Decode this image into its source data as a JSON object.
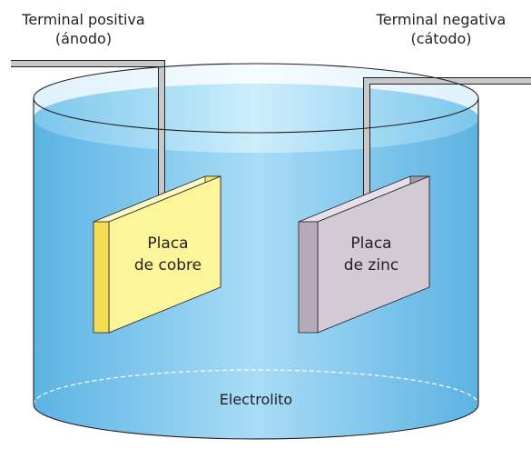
{
  "labels": {
    "anode_line1": "Terminal positiva",
    "anode_line2": "(ánodo)",
    "cathode_line1": "Terminal negativa",
    "cathode_line2": "(cátodo)",
    "copper_line1": "Placa",
    "copper_line2": "de cobre",
    "zinc_line1": "Placa",
    "zinc_line2": "de zinc",
    "electrolyte": "Electrolito"
  },
  "colors": {
    "liquid": "#7cc6ec",
    "liquid_edge": "#4aa3d6",
    "copper_front": "#fdf59a",
    "copper_side": "#f5e36a",
    "zinc_front": "#d4cad6",
    "zinc_side": "#a89aab",
    "terminal": "#c7c8ca"
  }
}
